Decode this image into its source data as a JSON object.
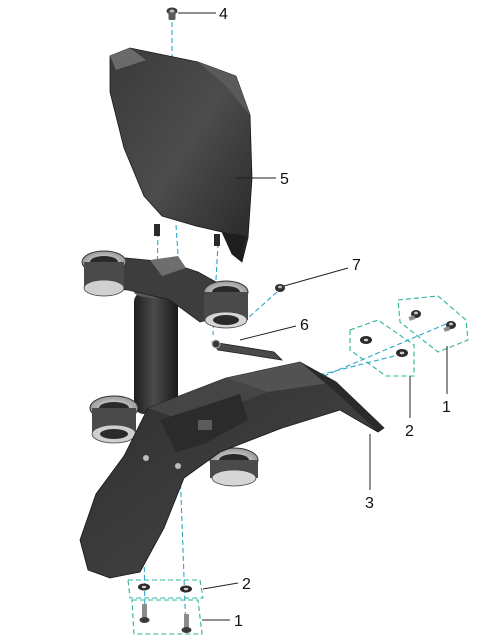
{
  "diagram": {
    "callouts": [
      {
        "id": "c4",
        "label": "4"
      },
      {
        "id": "c5",
        "label": "5"
      },
      {
        "id": "c7",
        "label": "7"
      },
      {
        "id": "c6",
        "label": "6"
      },
      {
        "id": "c1_right",
        "label": "1"
      },
      {
        "id": "c2_right",
        "label": "2"
      },
      {
        "id": "c3",
        "label": "3"
      },
      {
        "id": "c2_bottom",
        "label": "2"
      },
      {
        "id": "c1_bottom",
        "label": "1"
      }
    ],
    "colors": {
      "axis_line": "#2aa7c9",
      "group_box": "#2fb39a",
      "part_dark": "#2b2b2b",
      "part_mid": "#4a4a4a",
      "part_light": "#9a9a9a",
      "callout_text": "#111111"
    }
  }
}
